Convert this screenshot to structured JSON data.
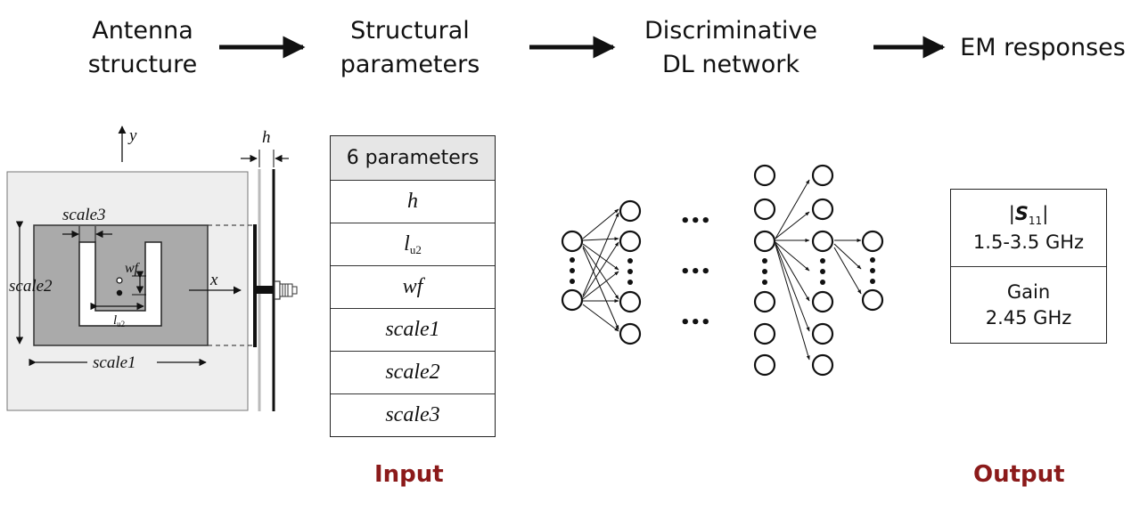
{
  "steps": [
    {
      "line1": "Antenna",
      "line2": "structure"
    },
    {
      "line1": "Structural",
      "line2": "parameters"
    },
    {
      "line1": "Discriminative",
      "line2": "DL network"
    },
    {
      "line1": "EM responses",
      "line2": ""
    }
  ],
  "antenna": {
    "axis_x": "x",
    "axis_y": "y",
    "dim_h": "h",
    "scale1": "scale1",
    "scale2": "scale2",
    "scale3": "scale3",
    "wf": "wf",
    "lu": "l",
    "lu_sub": "u2"
  },
  "parameters": {
    "header": "6 parameters",
    "h": "h",
    "lu2": "l",
    "lu2_sub": "u2",
    "wf": "wf",
    "scale1": "scale1",
    "scale2": "scale2",
    "scale3": "scale3"
  },
  "network": {
    "dots": "•••"
  },
  "output": {
    "s11_bar_left": "|",
    "s11_symbol": "S",
    "s11_sub": "11",
    "s11_bar_right": "|",
    "s11_range": "1.5-3.5 GHz",
    "gain_label": "Gain",
    "gain_freq": "2.45 GHz"
  },
  "labels": {
    "input": "Input",
    "output": "Output"
  },
  "colors": {
    "accent": "#8b1a1a",
    "substrate": "#eeeeee",
    "patch": "#aaaaaa"
  }
}
